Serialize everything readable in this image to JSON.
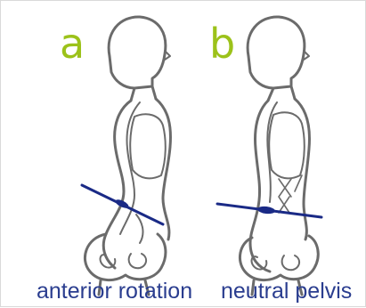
{
  "colors": {
    "letter": "#9cc21a",
    "outline": "#6b6b6b",
    "tilt_line": "#1a2a86",
    "caption": "#2a3d8f"
  },
  "panels": [
    {
      "letter": "a",
      "caption": "anterior rotation"
    },
    {
      "letter": "b",
      "caption": "neutral pelvis"
    }
  ]
}
